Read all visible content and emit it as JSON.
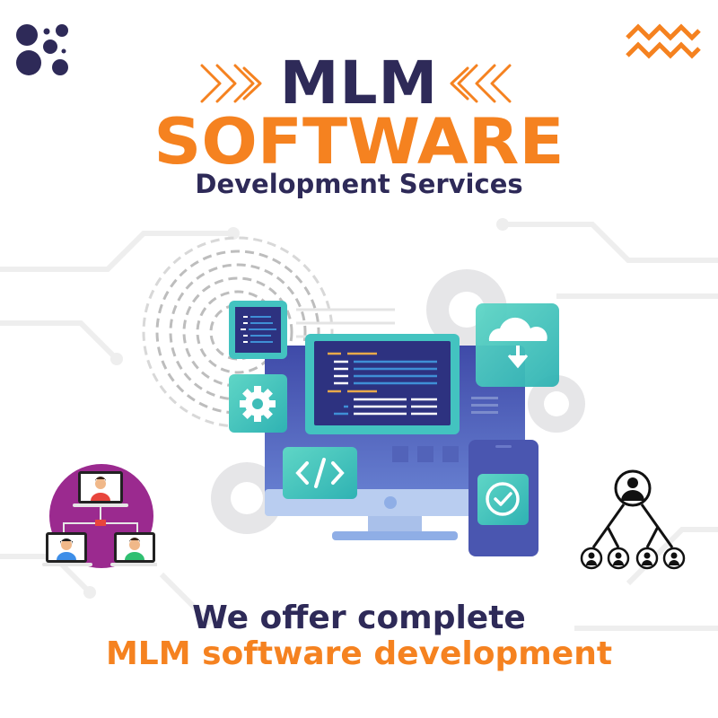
{
  "header": {
    "title_line1": "MLM",
    "title_line2": "SOFTWARE",
    "subtitle": "Development Services"
  },
  "footer": {
    "line1": "We offer complete",
    "line2": "MLM software development"
  },
  "icons": {
    "logo": "dots-logo-icon",
    "top_right": "zigzag-waves-icon",
    "left_arrows": "chevrons-right-icon",
    "right_arrows": "chevrons-left-icon",
    "left_network": "team-network-icon",
    "right_hierarchy": "mlm-hierarchy-icon",
    "illustration": [
      "code-document-icon",
      "gear-icon",
      "code-brackets-icon",
      "cloud-download-icon",
      "check-circle-icon",
      "monitor-icon",
      "smartphone-icon"
    ]
  },
  "colors": {
    "navy": "#2e2a58",
    "orange": "#f58220",
    "teal": "#3ec6b6",
    "monitor_blue": "#4a5bb8",
    "screen_dark": "#2d3280",
    "purple_circle": "#9b2a8f"
  }
}
